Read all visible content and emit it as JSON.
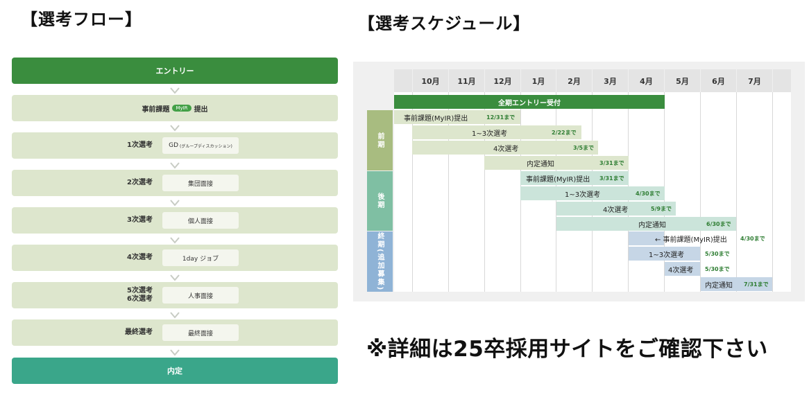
{
  "flow": {
    "title": "【選考フロー】",
    "entry": "エントリー",
    "task": {
      "prefix": "事前課題",
      "tag": "MyIR",
      "suffix": "提出"
    },
    "steps": [
      {
        "label": "1次選考",
        "box": "GD",
        "box_sub": "(グループディスカッション)"
      },
      {
        "label": "2次選考",
        "box": "集団面接"
      },
      {
        "label": "3次選考",
        "box": "個人面接"
      },
      {
        "label": "4次選考",
        "box": "1day ジョブ"
      },
      {
        "label": "5次選考\n6次選考",
        "box": "人事面接"
      },
      {
        "label": "最終選考",
        "box": "最終面接"
      }
    ],
    "final": "内定"
  },
  "schedule": {
    "title": "【選考スケジュール】",
    "months": [
      "10月",
      "11月",
      "12月",
      "1月",
      "2月",
      "3月",
      "4月",
      "5月",
      "6月",
      "7月"
    ],
    "entry_bar": "全期エントリー受付",
    "periods": [
      {
        "label": "前期",
        "color": "#a8bc80"
      },
      {
        "label": "後期",
        "color": "#7fbfa3"
      },
      {
        "label": "終期(追加募集)",
        "color": "#8fb3d6"
      }
    ],
    "rows": [
      {
        "name": "事前課題(MyIR)提出",
        "due": "12/31まで"
      },
      {
        "name": "1~3次選考",
        "due": "2/22まで"
      },
      {
        "name": "4次選考",
        "due": "3/5まで"
      },
      {
        "name": "内定通知",
        "due": "3/31まで"
      },
      {
        "name": "事前課題(MyIR)提出",
        "due": "3/31まで"
      },
      {
        "name": "1~3次選考",
        "due": "4/30まで"
      },
      {
        "name": "4次選考",
        "due": "5/9まで"
      },
      {
        "name": "内定通知",
        "due": "6/30まで"
      },
      {
        "name": "← 事前課題(MyIR)提出",
        "due": "4/30まで"
      },
      {
        "name": "1~3次選考",
        "due": "5/30まで"
      },
      {
        "name": "4次選考",
        "due": "5/30まで"
      },
      {
        "name": "内定通知",
        "due": "7/31まで"
      }
    ],
    "colors": {
      "early": "#dde6cd",
      "late": "#cbe4da",
      "final": "#c6d6e6",
      "entry": "#3a8d3e"
    }
  },
  "note": "※詳細は25卒採用サイトをご確認下さい"
}
